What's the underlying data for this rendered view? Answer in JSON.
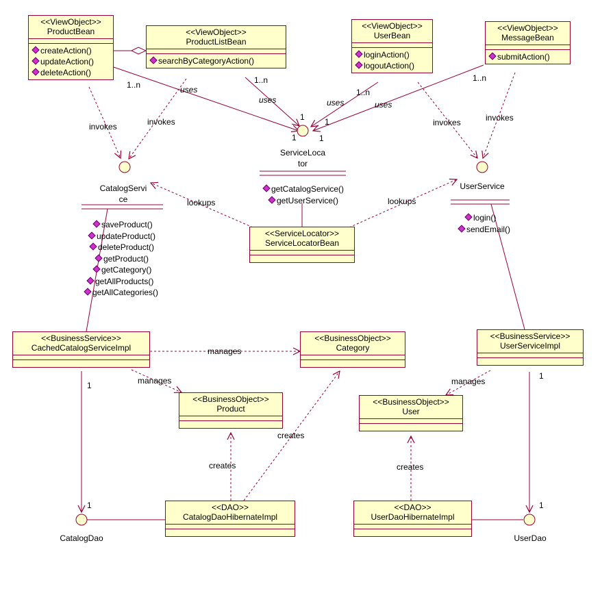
{
  "classes": {
    "product_bean": {
      "stereotype": "<<ViewObject>>",
      "name": "ProductBean",
      "operations": [
        "createAction()",
        "updateAction()",
        "deleteAction()"
      ]
    },
    "product_list_bean": {
      "stereotype": "<<ViewObject>>",
      "name": "ProductListBean",
      "operations": [
        "searchByCategoryAction()"
      ]
    },
    "user_bean": {
      "stereotype": "<<ViewObject>>",
      "name": "UserBean",
      "operations": [
        "loginAction()",
        "logoutAction()"
      ]
    },
    "message_bean": {
      "stereotype": "<<ViewObject>>",
      "name": "MessageBean",
      "operations": [
        "submitAction()"
      ]
    },
    "service_locator_bean": {
      "stereotype": "<<ServiceLocator>>",
      "name": "ServiceLocatorBean"
    },
    "cached_catalog_service_impl": {
      "stereotype": "<<BusinessService>>",
      "name": "CachedCatalogServiceImpl"
    },
    "category": {
      "stereotype": "<<BusinessObject>>",
      "name": "Category"
    },
    "user_service_impl": {
      "stereotype": "<<BusinessService>>",
      "name": "UserServiceImpl"
    },
    "product": {
      "stereotype": "<<BusinessObject>>",
      "name": "Product"
    },
    "user": {
      "stereotype": "<<BusinessObject>>",
      "name": "User"
    },
    "catalog_dao_hibernate_impl": {
      "stereotype": "<<DAO>>",
      "name": "CatalogDaoHibernateImpl"
    },
    "user_dao_hibernate_impl": {
      "stereotype": "<<DAO>>",
      "name": "UserDaoHibernateImpl"
    }
  },
  "interfaces": {
    "service_locator": {
      "name_line1": "ServiceLoca",
      "name_line2": "tor",
      "operations": [
        "getCatalogService()",
        "getUserService()"
      ]
    },
    "catalog_service": {
      "name_line1": "CatalogServi",
      "name_line2": "ce",
      "operations": [
        "saveProduct()",
        "updateProduct()",
        "deleteProduct()",
        "getProduct()",
        "getCategory()",
        "getAllProducts()",
        "getAllCategories()"
      ]
    },
    "user_service": {
      "name_line1": "UserService",
      "name_line2": "",
      "operations": [
        "login()",
        "sendEmail()"
      ]
    },
    "catalog_dao": {
      "name_line1": "CatalogDao"
    },
    "user_dao": {
      "name_line1": "UserDao"
    }
  },
  "labels": {
    "uses": "uses",
    "invokes": "invokes",
    "lookups": "lookups",
    "manages": "manages",
    "creates": "creates",
    "one": "1",
    "one_to_n": "1..n"
  },
  "colors": {
    "class_fill": "#ffffcc",
    "border": "#990033",
    "operation_icon": "#cc33cc"
  }
}
